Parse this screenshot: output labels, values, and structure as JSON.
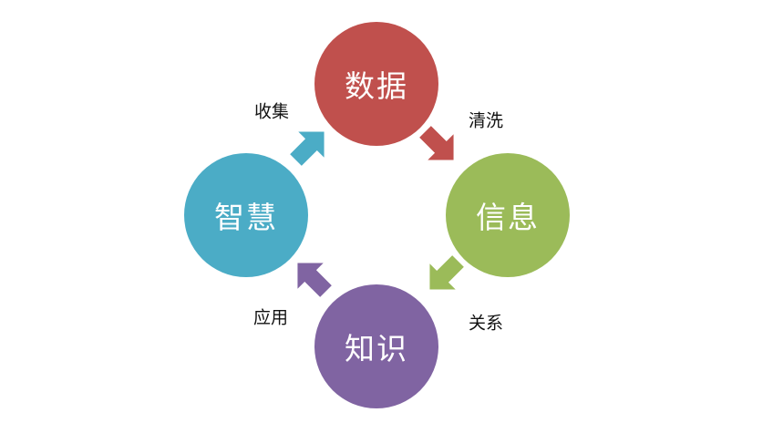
{
  "nodes": [
    {
      "id": "data",
      "label": "数据",
      "color": "#C0504D"
    },
    {
      "id": "information",
      "label": "信息",
      "color": "#9BBB59"
    },
    {
      "id": "knowledge",
      "label": "知识",
      "color": "#8064A2"
    },
    {
      "id": "wisdom",
      "label": "智慧",
      "color": "#4BACC6"
    }
  ],
  "edges": [
    {
      "from": "wisdom",
      "to": "data",
      "label": "收集",
      "color": "#4BACC6"
    },
    {
      "from": "data",
      "to": "information",
      "label": "清洗",
      "color": "#C0504D"
    },
    {
      "from": "information",
      "to": "knowledge",
      "label": "关系",
      "color": "#9BBB59"
    },
    {
      "from": "knowledge",
      "to": "wisdom",
      "label": "应用",
      "color": "#8064A2"
    }
  ]
}
